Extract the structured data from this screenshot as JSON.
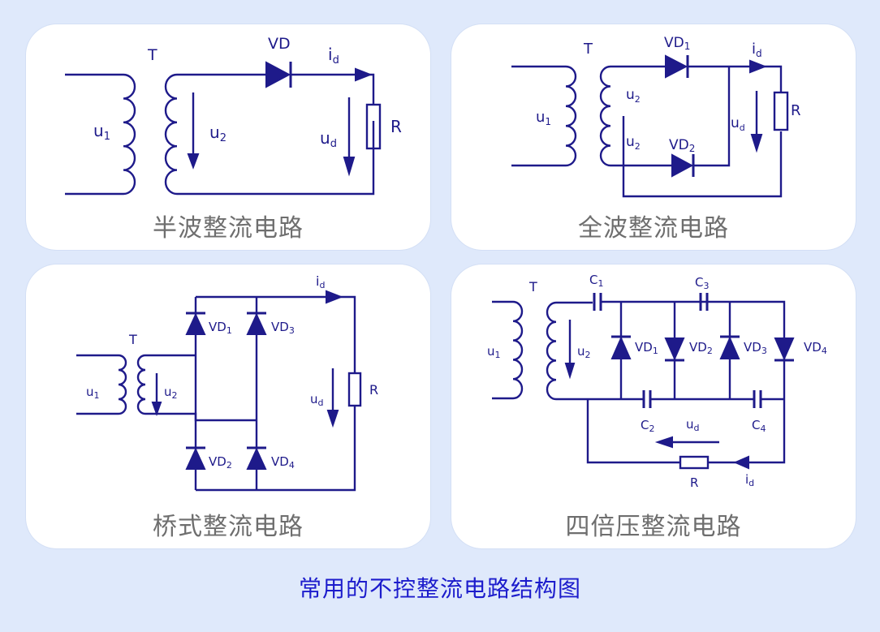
{
  "caption": "常用的不控整流电路结构图",
  "colors": {
    "background": "#dfe9fb",
    "panel": "#ffffff",
    "wire": "#1e1a8a",
    "caption_text": "#6e6e6e",
    "main_caption": "#1c1ccc"
  },
  "panels": [
    {
      "title": "半波整流电路",
      "labels": {
        "T": "T",
        "VD": "VD",
        "id": "i",
        "id_sub": "d",
        "u1": "u",
        "u1_sub": "1",
        "u2": "u",
        "u2_sub": "2",
        "ud": "u",
        "ud_sub": "d",
        "R": "R"
      }
    },
    {
      "title": "全波整流电路",
      "labels": {
        "T": "T",
        "VD1": "VD",
        "VD1_sub": "1",
        "VD2": "VD",
        "VD2_sub": "2",
        "id": "i",
        "id_sub": "d",
        "u1": "u",
        "u1_sub": "1",
        "u2a": "u",
        "u2a_sub": "2",
        "u2b": "u",
        "u2b_sub": "2",
        "ud": "u",
        "ud_sub": "d",
        "R": "R"
      }
    },
    {
      "title": "桥式整流电路",
      "labels": {
        "T": "T",
        "VD1": "VD",
        "VD1_sub": "1",
        "VD2": "VD",
        "VD2_sub": "2",
        "VD3": "VD",
        "VD3_sub": "3",
        "VD4": "VD",
        "VD4_sub": "4",
        "id": "i",
        "id_sub": "d",
        "u1": "u",
        "u1_sub": "1",
        "u2": "u",
        "u2_sub": "2",
        "ud": "u",
        "ud_sub": "d",
        "R": "R"
      }
    },
    {
      "title": "四倍压整流电路",
      "labels": {
        "T": "T",
        "C1": "C",
        "C1_sub": "1",
        "C2": "C",
        "C2_sub": "2",
        "C3": "C",
        "C3_sub": "3",
        "C4": "C",
        "C4_sub": "4",
        "VD1": "VD",
        "VD1_sub": "1",
        "VD2": "VD",
        "VD2_sub": "2",
        "VD3": "VD",
        "VD3_sub": "3",
        "VD4": "VD",
        "VD4_sub": "4",
        "u1": "u",
        "u1_sub": "1",
        "u2": "u",
        "u2_sub": "2",
        "ud": "u",
        "ud_sub": "d",
        "id": "i",
        "id_sub": "d",
        "R": "R"
      }
    }
  ]
}
